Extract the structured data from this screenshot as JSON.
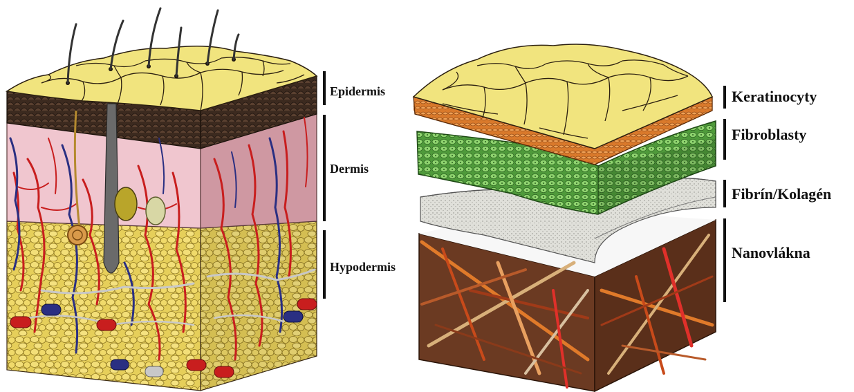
{
  "skin_diagram": {
    "labels": {
      "epidermis": "Epidermis",
      "dermis": "Dermis",
      "hypodermis": "Hypodermis"
    }
  },
  "scaffold_diagram": {
    "labels": {
      "keratinocytes": "Keratinocyty",
      "fibroblasts": "Fibroblasty",
      "fibrin_collagen": "Fibrín/Kolagén",
      "nanofibers": "Nanovlákna"
    }
  },
  "colors": {
    "epidermis_top": "#f1e47e",
    "epidermis_edge": "#3a2a1f",
    "dermis_pink": "#f0c6cf",
    "dermis_side": "#c98f98",
    "hypodermis_fat": "#e2cc55",
    "artery_red": "#c81e1e",
    "vein_blue": "#2a2f82",
    "keratin_edge": "#d57a2e",
    "fibroblast_green": "#5cab45",
    "fibrin_gray": "#d8d8d2",
    "nanofiber_brown": "#6b3a22"
  }
}
